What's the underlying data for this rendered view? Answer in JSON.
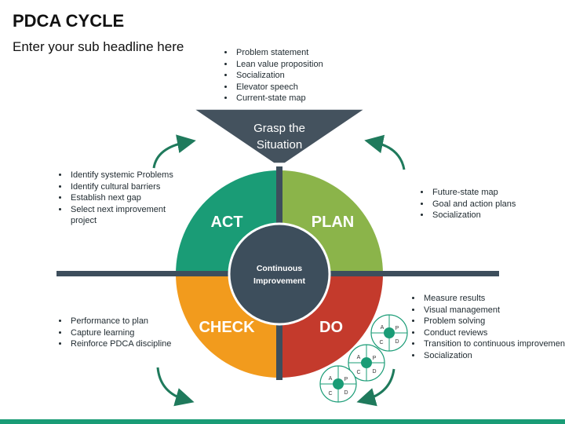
{
  "header": {
    "title": "PDCA CYCLE",
    "subtitle": "Enter your sub headline here"
  },
  "funnel": {
    "line1": "Grasp the",
    "line2": "Situation"
  },
  "quadrants": {
    "act": "ACT",
    "plan": "PLAN",
    "check": "CHECK",
    "do": "DO"
  },
  "center": {
    "line1": "Continuous",
    "line2": "Improvement"
  },
  "bullets": {
    "top": [
      "Problem statement",
      "Lean value proposition",
      "Socialization",
      "Elevator speech",
      "Current-state map"
    ],
    "left_top": [
      "Identify systemic Problems",
      "Identify cultural barriers",
      "Establish next gap",
      "Select next improvement project"
    ],
    "right_top": [
      "Future-state map",
      "Goal and action plans",
      "Socialization"
    ],
    "left_bottom": [
      "Performance to plan",
      "Capture learning",
      "Reinforce PDCA discipline"
    ],
    "right_bottom": [
      "Measure results",
      "Visual management",
      "Problem solving",
      "Conduct reviews",
      "Transition to continuous improvement.",
      "Socialization"
    ]
  },
  "mini_cycle": {
    "a": "A",
    "p": "P",
    "c": "C",
    "d": "D"
  },
  "colors": {
    "act": "#1a9c76",
    "plan": "#8bb44a",
    "check": "#f29b1d",
    "do": "#c43a2c",
    "center": "#3d4e5c",
    "funnel": "#44525e",
    "axis": "#3d4e5c",
    "arrow": "#1f7a5c"
  }
}
